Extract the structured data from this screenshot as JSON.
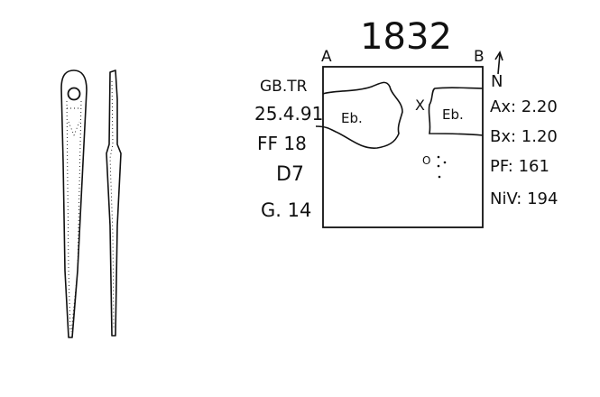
{
  "find_number": "1832",
  "corners": {
    "a": "A",
    "b": "B"
  },
  "north": {
    "label": "N",
    "icon": "north-arrow-icon"
  },
  "left_labels": {
    "site": "GB.TR",
    "date": "25.4.91",
    "ff": "FF 18",
    "square": "D7",
    "g": "G. 14"
  },
  "right_labels": {
    "ax": "Ax: 2.20",
    "bx": "Bx: 1.20",
    "pf": "PF: 161",
    "niv": "NiV: 194"
  },
  "plan": {
    "eb_left": "Eb.",
    "eb_right": "Eb.",
    "cross": "X",
    "circle": "O"
  },
  "colors": {
    "ink": "#111111",
    "paper": "#ffffff"
  }
}
